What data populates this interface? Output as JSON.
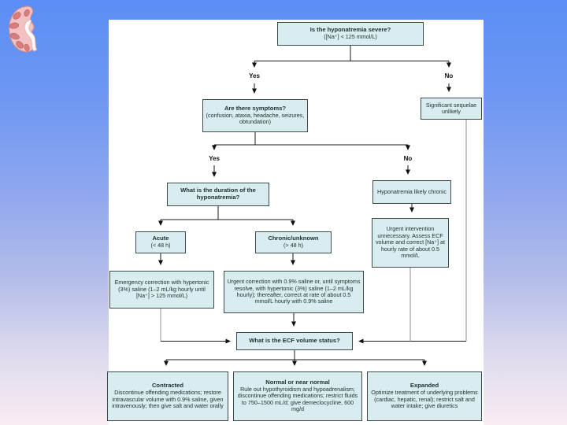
{
  "colors": {
    "background_top": "#5b8ef5",
    "background_bottom": "#f9ecf2",
    "panel": "#ffffff",
    "node_fill": "#d9edf1",
    "node_border": "#3c4a49",
    "connector_line": "#1a1a1a",
    "connector_line_light": "#8f8f8f",
    "text": "#1e2d2c"
  },
  "decoration": {
    "kidney_icon": "kidney-cross-section-illustration"
  },
  "flowchart": {
    "q_severe": {
      "title": "Is the hyponatremia severe?",
      "sub": "([Na⁺] < 125 mmol/L)"
    },
    "branch1": {
      "yes": "Yes",
      "no": "No"
    },
    "q_symptoms": {
      "title": "Are there symptoms?",
      "sub": "(confusion, ataxia, headache, seizures, obtundation)"
    },
    "sequelae": {
      "text": "Significant sequelae unlikely"
    },
    "branch2": {
      "yes": "Yes",
      "no": "No"
    },
    "q_duration": {
      "title": "What is the duration of the hyponatremia?"
    },
    "likely_chronic": {
      "text": "Hyponatremia likely chronic"
    },
    "urgent_unnecessary": {
      "text": "Urgent intervention unnecessary. Assess ECF volume and correct [Na⁺] at hourly rate of about 0.5 mmol/L"
    },
    "acute": {
      "title": "Acute",
      "sub": "(< 48 h)"
    },
    "chronic_unknown": {
      "title": "Chronic/unknown",
      "sub": "(> 48 h)"
    },
    "emergency_correction": {
      "text": "Emergency correction with hypertonic (3%) saline (1–2 mL/kg hourly until [Na⁺] > 125 mmol/L)"
    },
    "urgent_correction": {
      "text": "Urgent correction with 0.9% saline or, until symptoms resolve, with hypertonic (3%) saline (1–2 mL/kg hourly); thereafter, correct at rate of about 0.5 mmol/L hourly with 0.9% saline"
    },
    "q_ecf": {
      "title": "What is the ECF volume status?"
    },
    "contracted": {
      "title": "Contracted",
      "body": "Discontinue offending medications; restore intravascular volume with 0.9% saline, given intravenously; then give salt and water orally"
    },
    "normal": {
      "title": "Normal or near normal",
      "body": "Rule out hypothyroidism and hypoadrenalism; discontinue offending medications; restrict fluids to 750–1500 mL/d; give demeclocycline, 600 mg/d"
    },
    "expanded": {
      "title": "Expanded",
      "body": "Optimize treatment of underlying problems (cardiac, hepatic, renal); restrict salt and water intake; give diuretics"
    }
  }
}
